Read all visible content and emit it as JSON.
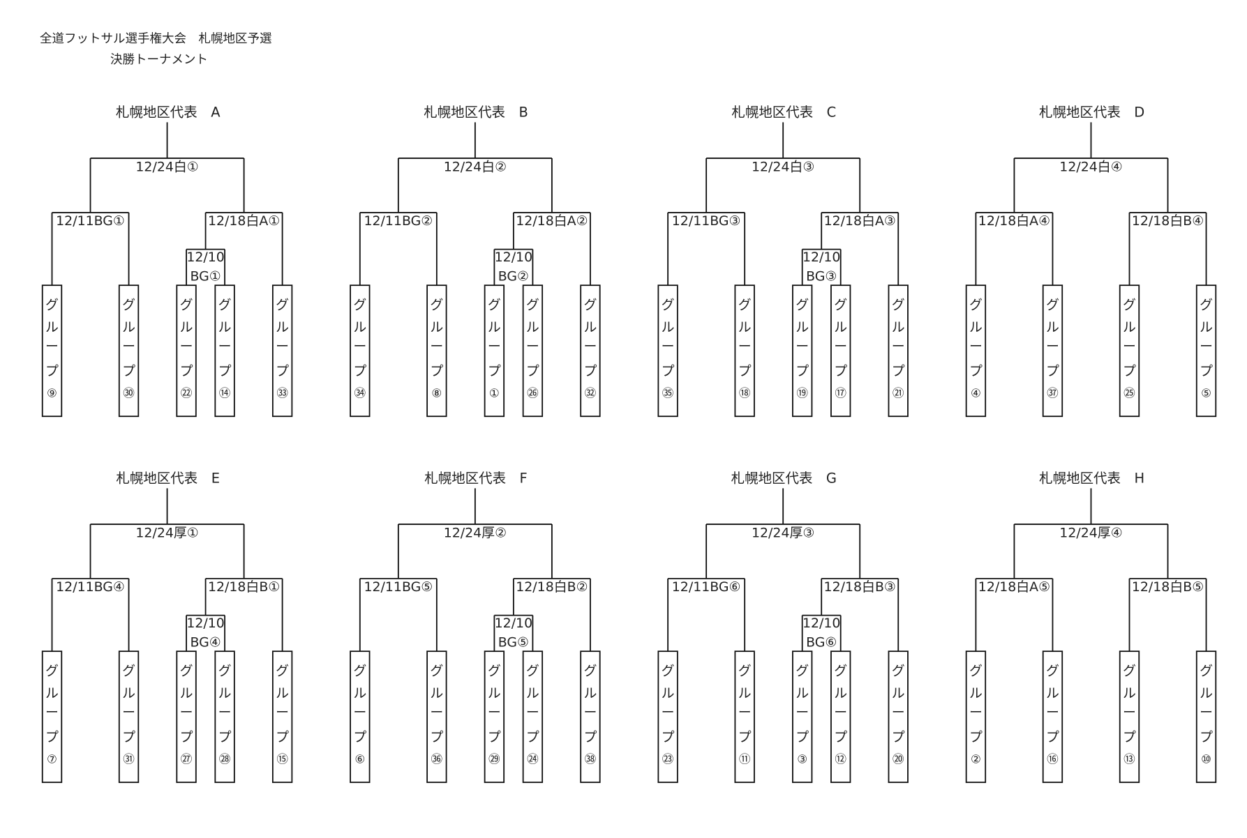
{
  "title": {
    "line1": "全道フットサル選手権大会　札幌地区予選",
    "line2": "決勝トーナメント"
  },
  "group_label_chars": [
    "グ",
    "ル",
    "ー",
    "プ"
  ],
  "brackets": [
    {
      "id": "A",
      "title": "札幌地区代表　A",
      "final": "12/24白①",
      "left_match": "12/11BG①",
      "right_match": "12/18白A①",
      "pre_match": [
        "12/10",
        "BG①"
      ],
      "groups": [
        "⑨",
        "㉚",
        "㉒",
        "⑭",
        "㉝"
      ]
    },
    {
      "id": "B",
      "title": "札幌地区代表　B",
      "final": "12/24白②",
      "left_match": "12/11BG②",
      "right_match": "12/18白A②",
      "pre_match": [
        "12/10",
        "BG②"
      ],
      "groups": [
        "㉞",
        "⑧",
        "①",
        "㉖",
        "㉜"
      ]
    },
    {
      "id": "C",
      "title": "札幌地区代表　C",
      "final": "12/24白③",
      "left_match": "12/11BG③",
      "right_match": "12/18白A③",
      "pre_match": [
        "12/10",
        "BG③"
      ],
      "groups": [
        "㉟",
        "⑱",
        "⑲",
        "⑰",
        "㉑"
      ]
    },
    {
      "id": "D",
      "title": "札幌地区代表　D",
      "final": "12/24白④",
      "left_match": "12/18白A④",
      "right_match": "12/18白B④",
      "pre_match": null,
      "groups": [
        "④",
        "㊲",
        "㉕",
        "⑤"
      ]
    },
    {
      "id": "E",
      "title": "札幌地区代表　E",
      "final": "12/24厚①",
      "left_match": "12/11BG④",
      "right_match": "12/18白B①",
      "pre_match": [
        "12/10",
        "BG④"
      ],
      "groups": [
        "⑦",
        "㉛",
        "㉗",
        "㉘",
        "⑮"
      ]
    },
    {
      "id": "F",
      "title": "札幌地区代表　F",
      "final": "12/24厚②",
      "left_match": "12/11BG⑤",
      "right_match": "12/18白B②",
      "pre_match": [
        "12/10",
        "BG⑤"
      ],
      "groups": [
        "⑥",
        "㊱",
        "㉙",
        "㉔",
        "㊳"
      ]
    },
    {
      "id": "G",
      "title": "札幌地区代表　G",
      "final": "12/24厚③",
      "left_match": "12/11BG⑥",
      "right_match": "12/18白B③",
      "pre_match": [
        "12/10",
        "BG⑥"
      ],
      "groups": [
        "㉓",
        "⑪",
        "③",
        "⑫",
        "⑳"
      ]
    },
    {
      "id": "H",
      "title": "札幌地区代表　H",
      "final": "12/24厚④",
      "left_match": "12/18白A⑤",
      "right_match": "12/18白B⑤",
      "pre_match": null,
      "groups": [
        "②",
        "⑯",
        "⑬",
        "⑩"
      ]
    }
  ]
}
